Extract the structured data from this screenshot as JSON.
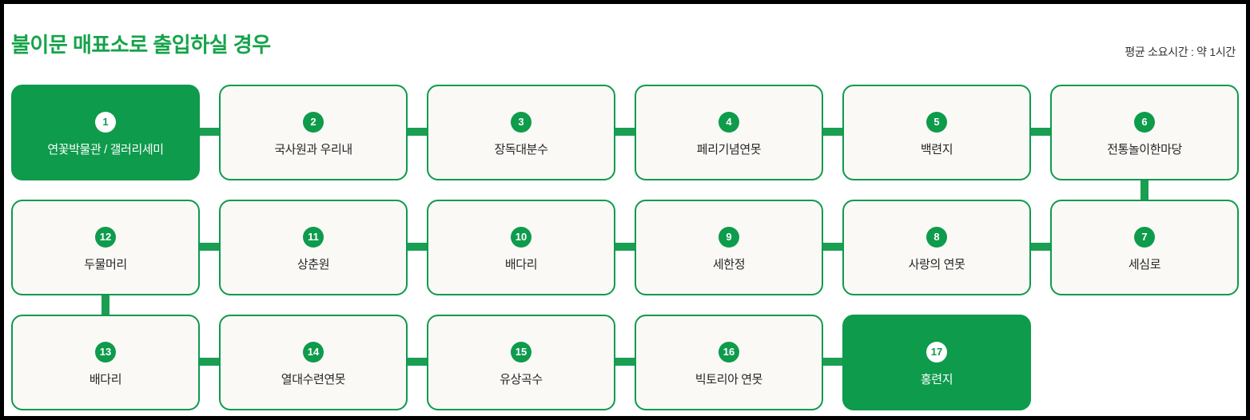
{
  "header": {
    "title": "불이문 매표소로 출입하실 경우",
    "duration_note": "평균 소요시간 : 약 1시간"
  },
  "theme": {
    "accent": "#0e9b4c",
    "title_color": "#16a34a",
    "card_fill": "#faf9f6",
    "active_fill": "#0e9b4c",
    "connector": "#1a9e52",
    "page_bg": "#ffffff"
  },
  "flow": {
    "rows": [
      {
        "direction": "ltr",
        "stops": [
          {
            "number": "1",
            "label": "연꽃박물관 / 갤러리세미",
            "active": true
          },
          {
            "number": "2",
            "label": "국사원과 우리내",
            "active": false
          },
          {
            "number": "3",
            "label": "장독대분수",
            "active": false
          },
          {
            "number": "4",
            "label": "페리기념연못",
            "active": false
          },
          {
            "number": "5",
            "label": "백련지",
            "active": false
          },
          {
            "number": "6",
            "label": "전통놀이한마당",
            "active": false
          }
        ]
      },
      {
        "direction": "rtl",
        "stops": [
          {
            "number": "12",
            "label": "두물머리",
            "active": false
          },
          {
            "number": "11",
            "label": "상춘원",
            "active": false
          },
          {
            "number": "10",
            "label": "배다리",
            "active": false
          },
          {
            "number": "9",
            "label": "세한정",
            "active": false
          },
          {
            "number": "8",
            "label": "사랑의 연못",
            "active": false
          },
          {
            "number": "7",
            "label": "세심로",
            "active": false
          }
        ]
      },
      {
        "direction": "ltr",
        "stops": [
          {
            "number": "13",
            "label": "배다리",
            "active": false
          },
          {
            "number": "14",
            "label": "열대수련연못",
            "active": false
          },
          {
            "number": "15",
            "label": "유상곡수",
            "active": false
          },
          {
            "number": "16",
            "label": "빅토리아 연못",
            "active": false
          },
          {
            "number": "17",
            "label": "홍련지",
            "active": true
          }
        ]
      }
    ]
  }
}
